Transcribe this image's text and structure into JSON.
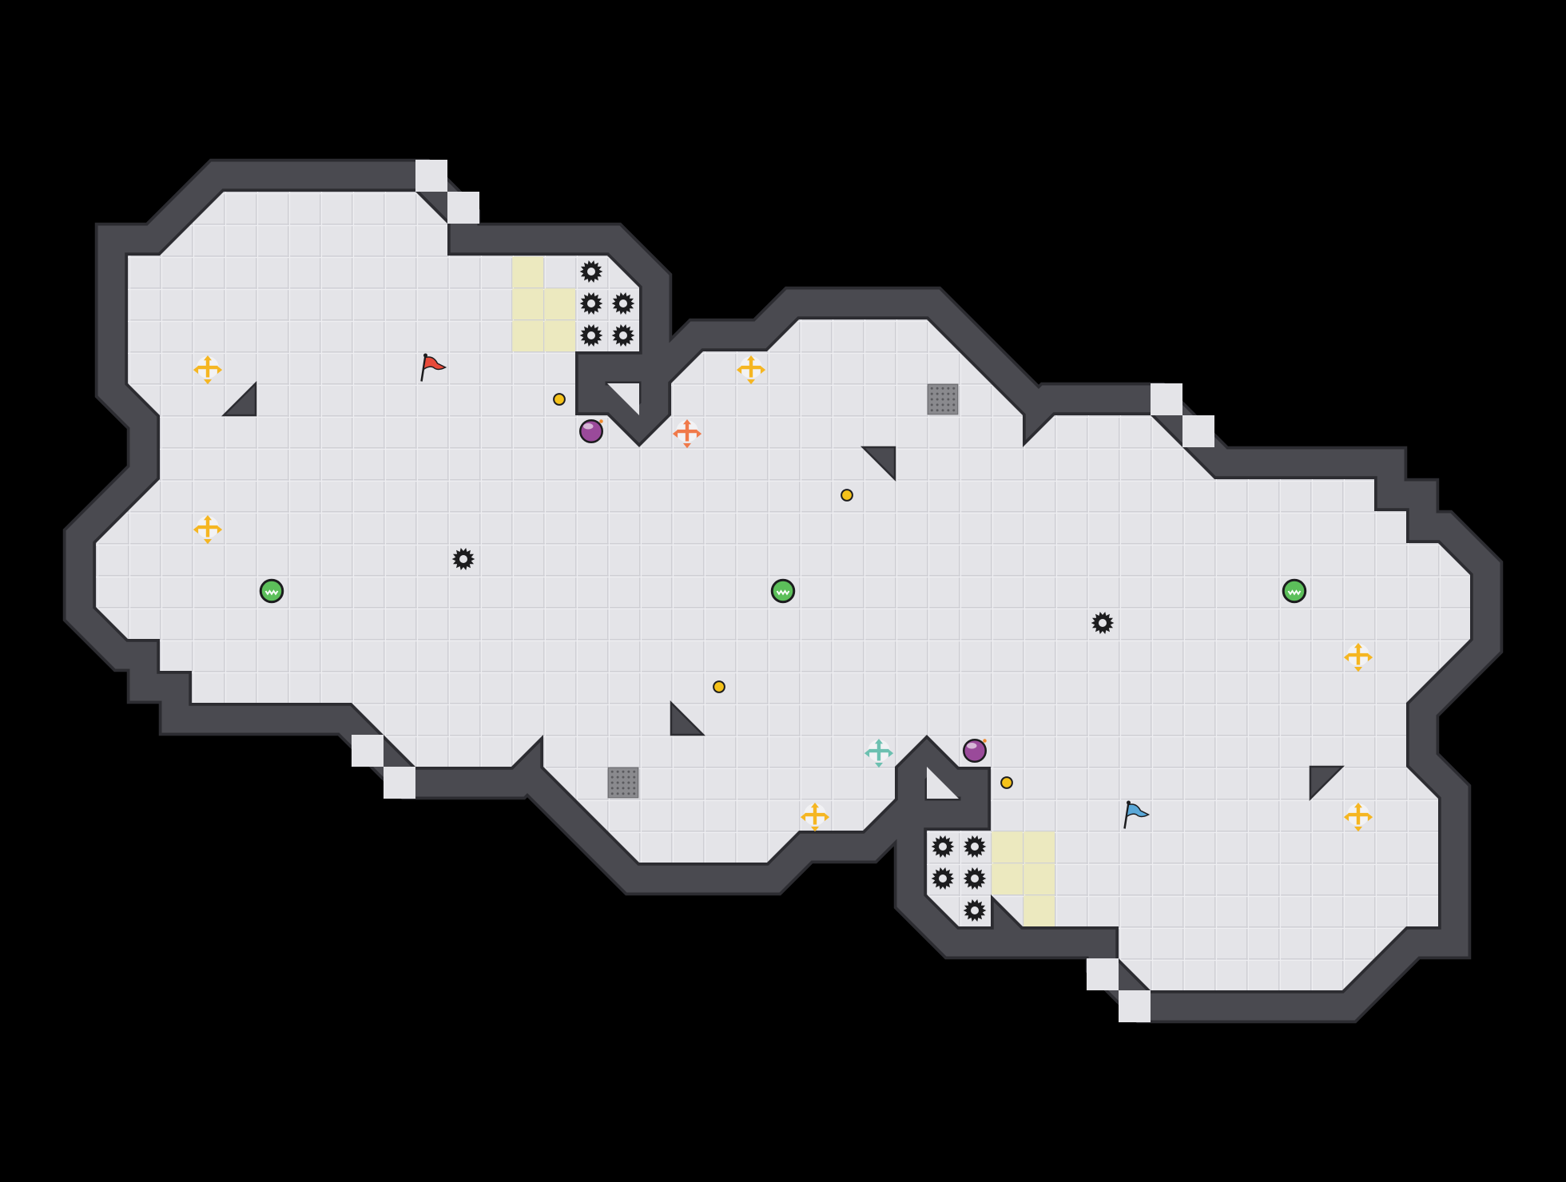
{
  "colors": {
    "background": "#000000",
    "floor": "#e4e4e8",
    "grid_line": "#cfcfd4",
    "wall": "#4a4a50",
    "wall_edge": "#2c2c31",
    "goal_tile": "#ece9bf",
    "cross_yellow": "#f5b622",
    "cross_orange": "#f07a4a",
    "cross_teal": "#6cc0b0",
    "coin": "#f5c21a",
    "orb": "#9a4a9a",
    "ball_green": "#5cbf5a",
    "flag_red": "#e84a3a",
    "flag_blue": "#5aa8d8",
    "spike": "#1c1c1e",
    "grate": "#8a8a8e"
  },
  "entities": {
    "spike": "spike-gear",
    "cross_yellow": "yellow-cross-powerup",
    "cross_orange": "orange-cross-powerup",
    "cross_teal": "teal-cross-powerup",
    "coin": "coin",
    "orb": "purple-orb-bomb",
    "ball": "green-ball",
    "flag_red": "red-flag",
    "flag_blue": "blue-flag",
    "grate": "metal-grate",
    "goal": "goal-tile"
  }
}
